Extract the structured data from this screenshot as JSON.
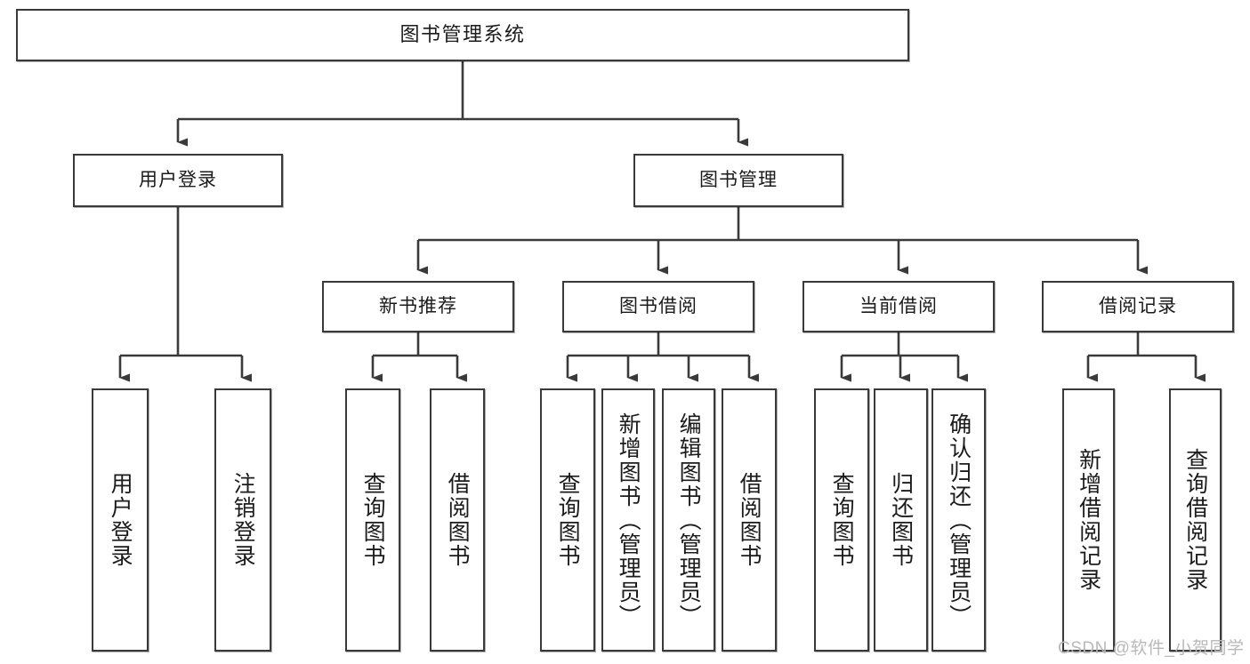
{
  "diagram": {
    "title": "图书管理系统",
    "watermark": "CSDN @软件_小贺同学",
    "line_color": "#3a3a3a",
    "box_fill": "#ffffff",
    "text_color": "#1b1b1b",
    "watermark_color": "#b9b9b9"
  },
  "levels": {
    "root": {
      "label": "图书管理系统"
    },
    "level2": [
      {
        "label": "用户登录"
      },
      {
        "label": "图书管理"
      }
    ],
    "level3": [
      {
        "label": "新书推荐"
      },
      {
        "label": "图书借阅"
      },
      {
        "label": "当前借阅"
      },
      {
        "label": "借阅记录"
      }
    ],
    "leaves": {
      "user_login": [
        {
          "label": "用户登录"
        },
        {
          "label": "注销登录"
        }
      ],
      "new_book": [
        {
          "label": "查询图书"
        },
        {
          "label": "借阅图书"
        }
      ],
      "book_borrow": [
        {
          "label": "查询图书"
        },
        {
          "label": "新增图书（管理员）"
        },
        {
          "label": "编辑图书（管理员）"
        },
        {
          "label": "借阅图书"
        }
      ],
      "current_borrow": [
        {
          "label": "查询图书"
        },
        {
          "label": "归还图书"
        },
        {
          "label": "确认归还（管理员）"
        }
      ],
      "borrow_record": [
        {
          "label": "新增借阅记录"
        },
        {
          "label": "查询借阅记录"
        }
      ]
    }
  }
}
